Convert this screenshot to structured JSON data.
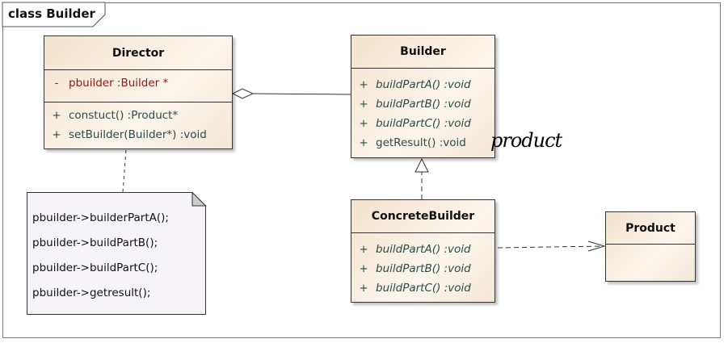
{
  "frame": {
    "title": "class Builder"
  },
  "classes": {
    "director": {
      "name": "Director",
      "attributes": [
        {
          "vis": "-",
          "text": "pbuilder  :Builder *"
        }
      ],
      "operations": [
        {
          "vis": "+",
          "text": "constuct()  :Product*"
        },
        {
          "vis": "+",
          "text": "setBuilder(Builder*)  :void"
        }
      ]
    },
    "builder": {
      "name": "Builder",
      "operations": [
        {
          "vis": "+",
          "text": "buildPartA()  :void"
        },
        {
          "vis": "+",
          "text": "buildPartB()  :void"
        },
        {
          "vis": "+",
          "text": "buildPartC()  :void"
        },
        {
          "vis": "+",
          "text": "getResult()  :void"
        }
      ]
    },
    "concrete_builder": {
      "name": "ConcreteBuilder",
      "operations": [
        {
          "vis": "+",
          "text": "buildPartA()  :void"
        },
        {
          "vis": "+",
          "text": "buildPartB()  :void"
        },
        {
          "vis": "+",
          "text": "buildPartC()  :void"
        }
      ]
    },
    "product": {
      "name": "Product"
    }
  },
  "note": {
    "lines": [
      "pbuilder->builderPartA();",
      "pbuilder->buildPartB();",
      "pbuilder->buildPartC();",
      "pbuilder->getresult();"
    ]
  },
  "annotation": {
    "handwritten": "product"
  },
  "colors": {
    "class_fill": "#f3e4cc",
    "attribute_text": "#8b1a1a",
    "operation_text": "#2c4a4a"
  }
}
